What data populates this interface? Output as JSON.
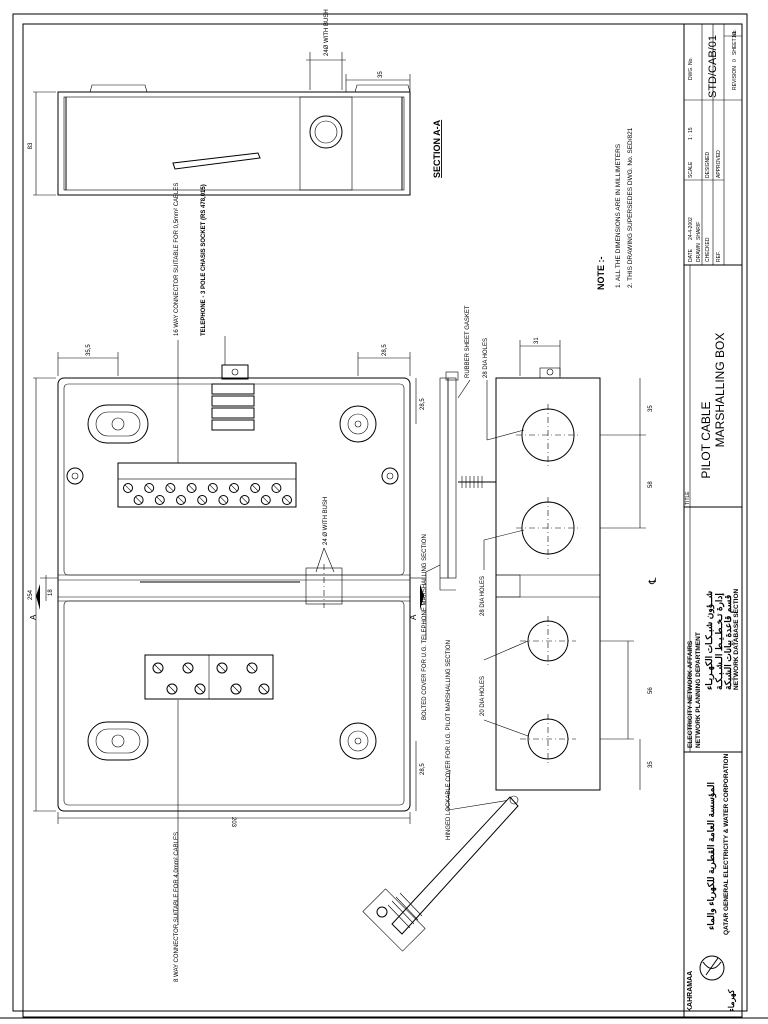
{
  "titleblock": {
    "dwg_no_label": "DWG. No.",
    "dwg_no": "STD/CAB/01",
    "scale_label": "SCALE",
    "scale": "1 : 15",
    "date_label": "DATE",
    "date": "24-4-2002",
    "drawn_label": "DRAWN",
    "drawn": "SHARIF",
    "designed_label": "DESIGNED",
    "checked_label": "CHECKED",
    "approved_label": "APPROVED",
    "ref_label": "REF.",
    "revision_label": "REVISION",
    "revision": "0",
    "sheet_label": "SHEET No.",
    "sheet": "1/1",
    "title_label": "TITLE",
    "title_line1": "PILOT CABLE",
    "title_line2": "MARSHALLING BOX",
    "dept_line1": "ELECTRICITY NETWORK AFFAIRS",
    "dept_line2": "NETWORK PLANNING DEPARTMENT",
    "dept_line3": "NETWORK DATABASE SECTION",
    "dept_arabic1": "شــؤون شبـكـات الكهـربـاء",
    "dept_arabic2": "إدارة تـخـطـيـط الـشـبـكـة",
    "dept_arabic3": "قسم قاعدة بيانات الشبكة",
    "corp_arabic": "المؤسسة العامة القطرية للكهرباء والماء",
    "corp_name": "QATAR GENERAL ELECTRICITY & WATER CORPORATION",
    "logo_text_left": "KAHRAMAA",
    "logo_text_right": "كهرماء"
  },
  "notes": {
    "heading": "NOTE :-",
    "items": [
      "1.  ALL THE DIMENSIONS ARE IN MILLIMETERS",
      "2.  THIS DRAWING SUPERSEDES DWG. No. SED/821"
    ]
  },
  "section": {
    "label": "SECTION A-A",
    "dim_height": "83",
    "dim_bush": "24Ø WITH BUSH",
    "dim_offset": "35"
  },
  "front_view": {
    "dim_total_height": "254",
    "dim_width": "203",
    "dim_top_left": "35,5",
    "dim_top_right": "28,5",
    "dim_right_upper": "28,5",
    "dim_right_lower": "28,5",
    "dim_small": "18",
    "section_marker": "A",
    "label_16way": "16 WAY CONNECTOR SUITABLE FOR 0,5mm² CABLES",
    "label_telephone": "TELEPHONE - 3 POLE CHASIS SOCKET (RS 478,015)",
    "label_bush": "24 Ø WITH BUSH",
    "label_8way": "8 WAY CONNECTOR SUITABLE FOR 4,0mm² CABLES",
    "label_bolted": "BOLTED COVER FOR U.G. TELEPHONE MARSHALLING SECTION",
    "label_hinged": "HINGED LOCKABLE COVER FOR U.G. PILOT MARSHALLING SECTION"
  },
  "side_view": {
    "label_gasket": "RUBBER SHEET GASKET",
    "label_28_top": "28 DIA HOLES",
    "label_28_mid": "28 DIA HOLES",
    "label_20": "20 DIA HOLES",
    "dim_31": "31",
    "dim_35_top": "35",
    "dim_58": "58",
    "dim_56": "56",
    "dim_35_bottom": "35",
    "centerline": "℄"
  }
}
